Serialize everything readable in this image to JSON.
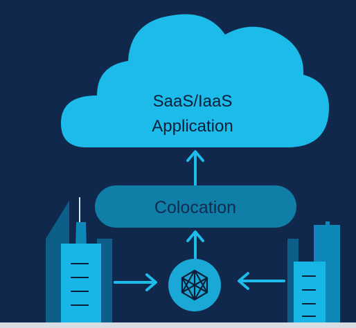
{
  "cloud": {
    "line1": "SaaS/IaaS",
    "line2": "Application"
  },
  "colocation": {
    "label": "Colocation"
  },
  "colors": {
    "background": "#10284c",
    "cloud": "#1cbbea",
    "colocation": "#0f7fa8",
    "arrow": "#1cbbea",
    "building_light": "#18b6e6",
    "building_mid": "#0e88b8",
    "building_dark": "#0b5f88",
    "hub": "#1aa9d6"
  },
  "icons": {
    "hub": "network-hub-icon",
    "left_building": "building-icon",
    "right_building": "building-icon"
  }
}
